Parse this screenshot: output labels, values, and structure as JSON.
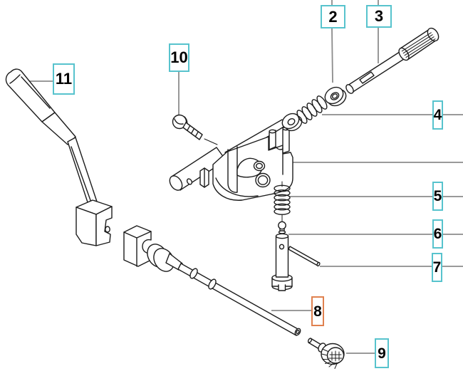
{
  "callouts": [
    {
      "number": "2",
      "variant": "standard"
    },
    {
      "number": "3",
      "variant": "standard"
    },
    {
      "number": "4",
      "variant": "standard"
    },
    {
      "number": "5",
      "variant": "standard"
    },
    {
      "number": "6",
      "variant": "standard"
    },
    {
      "number": "7",
      "variant": "standard"
    },
    {
      "number": "8",
      "variant": "highlighted"
    },
    {
      "number": "9",
      "variant": "standard"
    },
    {
      "number": "10",
      "variant": "standard"
    },
    {
      "number": "11",
      "variant": "standard"
    }
  ],
  "colors": {
    "callout_border": "#57C3CD",
    "highlight_border": "#E0814F",
    "leader_line": "#8C8C8C",
    "line_art": "#1C1C1C",
    "background": "#FFFFFF"
  }
}
